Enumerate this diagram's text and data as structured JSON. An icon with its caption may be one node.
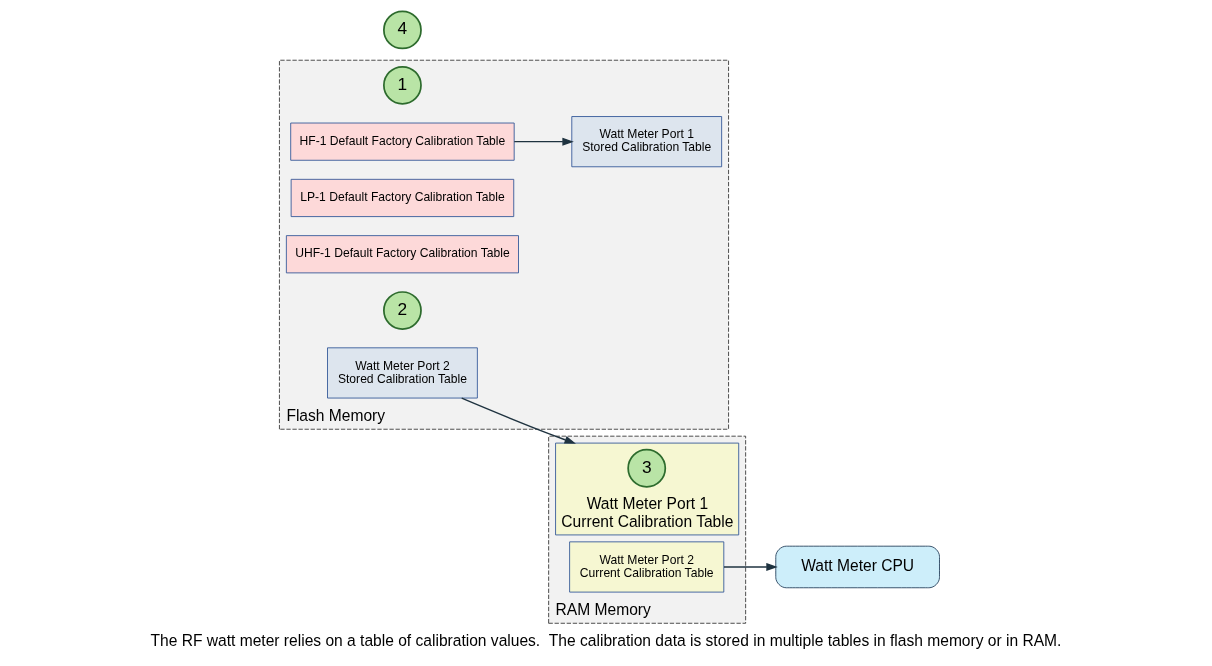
{
  "diagram": {
    "caption": "The RF watt meter relies on a table of calibration values.  The calibration data is stored in multiple tables in flash memory or in RAM.",
    "nodes": [
      {
        "text": [
          "Flash Memory"
        ]
      },
      {
        "text": [
          "1"
        ],
        "in": 0
      },
      {
        "text": [
          "HF-1 Default Factory Calibration Table"
        ],
        "in": 0
      },
      {
        "text": [
          "LP-1 Default Factory Calibration Table"
        ],
        "in": 0
      },
      {
        "text": [
          "UHF-1 Default Factory Calibration Table"
        ],
        "in": 0
      },
      {
        "text": [
          "Watt Meter Port 1",
          "Stored Calibration Table"
        ],
        "in": 0
      },
      {
        "text": [
          "2"
        ],
        "in": 0
      },
      {
        "text": [
          "Watt Meter Port 2",
          "Stored Calibration Table"
        ],
        "in": 0
      },
      {
        "text": [
          "RAM Memory"
        ]
      },
      {
        "text": [
          "Watt Meter Port 1",
          "Current Calibration Table"
        ],
        "in": 8
      },
      {
        "text": [
          "3"
        ],
        "in": 9
      },
      {
        "text": [
          "Watt Meter Port 2",
          "Current Calibration Table"
        ],
        "in": 8
      },
      {
        "text": [
          "Watt Meter CPU"
        ]
      },
      {
        "text": [
          "4"
        ]
      }
    ],
    "edges": [
      {
        "from": 2,
        "to": 5,
        "arrow": "to"
      },
      {
        "from": 7,
        "to": 9,
        "arrow": "to"
      },
      {
        "from": 11,
        "to": 12,
        "arrow": "to"
      }
    ]
  }
}
